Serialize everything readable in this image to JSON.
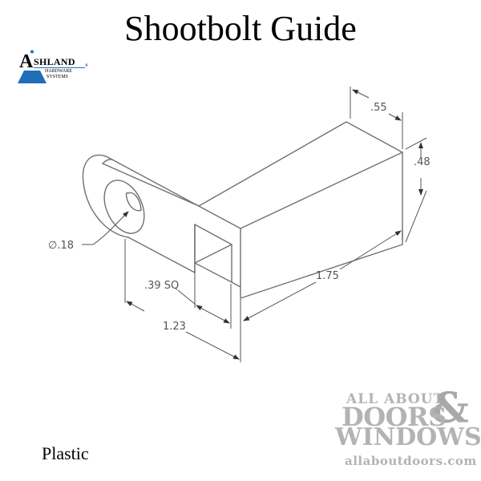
{
  "header": {
    "title": "Shootbolt Guide"
  },
  "logo": {
    "initial": "A",
    "name": "SHLAND",
    "line1": "HARDWARE",
    "line2": "SYSTEMS",
    "registered": "®",
    "colors": {
      "triangle_blue": "#1f6fb8",
      "text": "#000000"
    }
  },
  "drawing": {
    "type": "isometric technical drawing",
    "line_color": "#707070",
    "dimensions": {
      "width": ".55",
      "height": ".48",
      "hole_diameter": "∅.18",
      "square_hole": ".39 SQ",
      "flange_length": "1.23",
      "body_length": "1.75"
    }
  },
  "material": {
    "label": "Plastic"
  },
  "watermark": {
    "line1": "ALL ABOUT",
    "line2": "DOORS",
    "ampersand": "&",
    "line3": "WINDOWS",
    "url": "allaboutdoors.com",
    "color": "#b3b3b3"
  }
}
